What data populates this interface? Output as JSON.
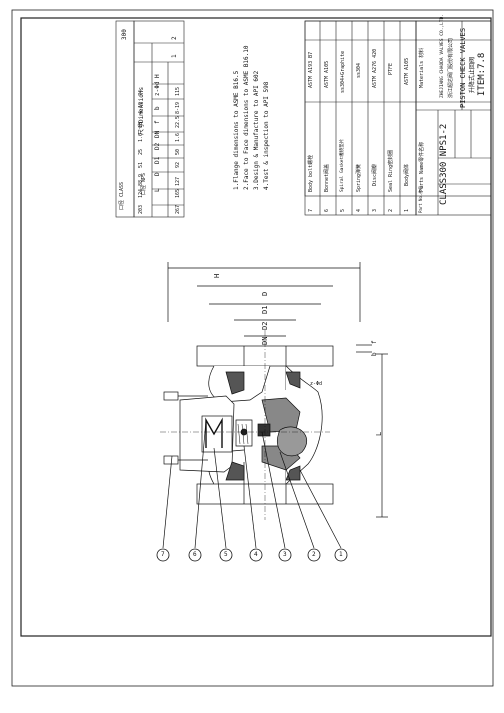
{
  "dimension_table": {
    "class_header": "口径\nCLASS",
    "nps_header": "口径\nNPS",
    "section_title": "尺寸Dimensions",
    "columns": [
      "L",
      "D",
      "D1",
      "D2",
      "DN",
      "f",
      "b",
      "z-Φd",
      "H"
    ],
    "class_value": "300",
    "rows": [
      {
        "nps": "1",
        "values": [
          "203",
          "124",
          "88.9",
          "51",
          "25",
          "1.6",
          "18",
          "4-19",
          "74"
        ]
      },
      {
        "nps": "2",
        "values": [
          "267",
          "165",
          "127",
          "92",
          "50",
          "1.6",
          "22.5",
          "8-19",
          "115"
        ]
      }
    ]
  },
  "notes": [
    "1.Flange dimensions to ASME B16.5",
    "2.Face to Face dimensions to ASME B16.10",
    "3.Design & Manufacture to API 602",
    "4.Test & inspection to API 598"
  ],
  "parts_list": {
    "rows": [
      {
        "no": "7",
        "name": "Body bolt螺栓",
        "material": "ASTM A193 B7"
      },
      {
        "no": "6",
        "name": "Bonnet阀盖",
        "material": "ASTM A105"
      },
      {
        "no": "5",
        "name": "Spiral Gasket缠绕垫片",
        "material": "ss304+Graphite"
      },
      {
        "no": "4",
        "name": "Spring弹簧",
        "material": "ss304"
      },
      {
        "no": "3",
        "name": "Disc阀瓣",
        "material": "ASTM A276 420"
      },
      {
        "no": "2",
        "name": "Seal Ring密封圈",
        "material": "PTFE"
      },
      {
        "no": "1",
        "name": "Body阀体",
        "material": "ASTM A105"
      }
    ],
    "header": {
      "no": "Part No.件号",
      "name": "Parts Name零件名称",
      "material": "Materials 材料"
    }
  },
  "title_block": {
    "class_nps": "CLASS300  NPS1-2",
    "company_en": "ZHEJIANG CHAODA VALVES CO.,LTD.",
    "company_cn": "浙江超达阀门股份有限公司",
    "product_en": "PISTON CHECK VALVES",
    "product_cn": "升降式止回阀",
    "item": "ITEM:7.8"
  },
  "drawing": {
    "dim_labels": [
      "H",
      "D",
      "D1",
      "D2",
      "DN",
      "f",
      "b",
      "L",
      "z-Φd"
    ],
    "balloons": [
      "7",
      "6",
      "5",
      "4",
      "3",
      "2",
      "1"
    ]
  }
}
